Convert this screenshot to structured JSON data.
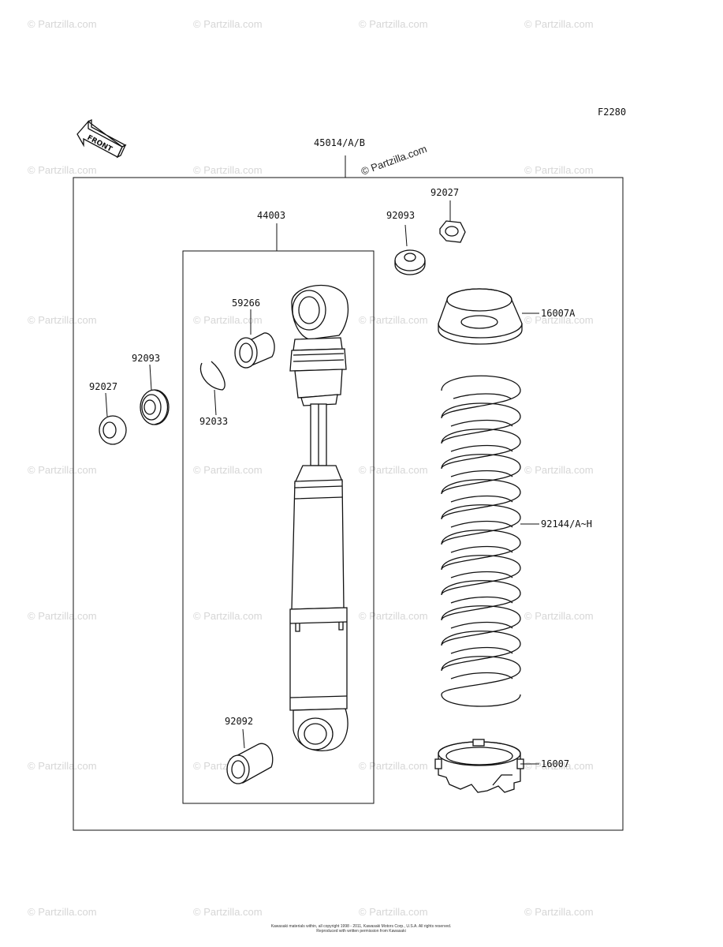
{
  "figure_code": "F2280",
  "front_label": "FRONT",
  "watermark": "© Partzilla.com",
  "copyright_line1": "Kawasaki materials within, all copyright 1998 - 2011, Kawasaki Motors Corp., U.S.A. All rights reserved.",
  "copyright_line2": "Reproduced with written permission from Kawasaki",
  "parts": {
    "assembly": "45014/A/B",
    "shock_unit": "44003",
    "washer_top": "92093",
    "collar_top": "92027",
    "bushing_upper": "59266",
    "bearing_left": "92093",
    "collar_left": "92027",
    "circlip": "92033",
    "spring_seat_top": "16007A",
    "spring": "92144/A~H",
    "bushing_lower": "92092",
    "spring_seat_bottom": "16007"
  }
}
